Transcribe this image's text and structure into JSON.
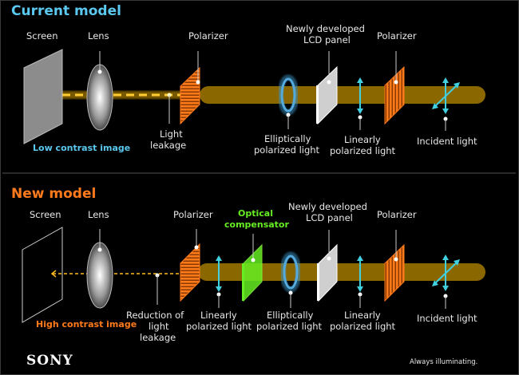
{
  "colors": {
    "current_title": "#5bc8f0",
    "new_title": "#ff7a1a",
    "low_contrast": "#5bc8f0",
    "high_contrast": "#ff7a1a",
    "compensator": "#66ee22",
    "beam": "#b8860b",
    "polarizer": "#ff7a1a",
    "arrow": "#40d0e0",
    "text": "#e8e8e8"
  },
  "current": {
    "title": "Current model",
    "labels": {
      "screen": "Screen",
      "lens": "Lens",
      "polarizer1": "Polarizer",
      "lcd_line1": "Newly developed",
      "lcd_line2": "LCD panel",
      "polarizer2": "Polarizer",
      "leak_line1": "Light",
      "leak_line2": "leakage",
      "ellip_line1": "Elliptically",
      "ellip_line2": "polarized light",
      "linear_line1": "Linearly",
      "linear_line2": "polarized light",
      "incident": "Incident light",
      "result": "Low contrast image"
    }
  },
  "new": {
    "title": "New model",
    "labels": {
      "screen": "Screen",
      "lens": "Lens",
      "polarizer1": "Polarizer",
      "comp_line1": "Optical",
      "comp_line2": "compensator",
      "lcd_line1": "Newly developed",
      "lcd_line2": "LCD panel",
      "polarizer2": "Polarizer",
      "reduce_line1": "Reduction of",
      "reduce_line2": "light",
      "reduce_line3": "leakage",
      "linear1_line1": "Linearly",
      "linear1_line2": "polarized light",
      "ellip_line1": "Elliptically",
      "ellip_line2": "polarized light",
      "linear2_line1": "Linearly",
      "linear2_line2": "polarized light",
      "incident": "Incident light",
      "result": "High contrast image"
    }
  },
  "footer": {
    "brand": "SONY",
    "tagline": "Always illuminating."
  }
}
